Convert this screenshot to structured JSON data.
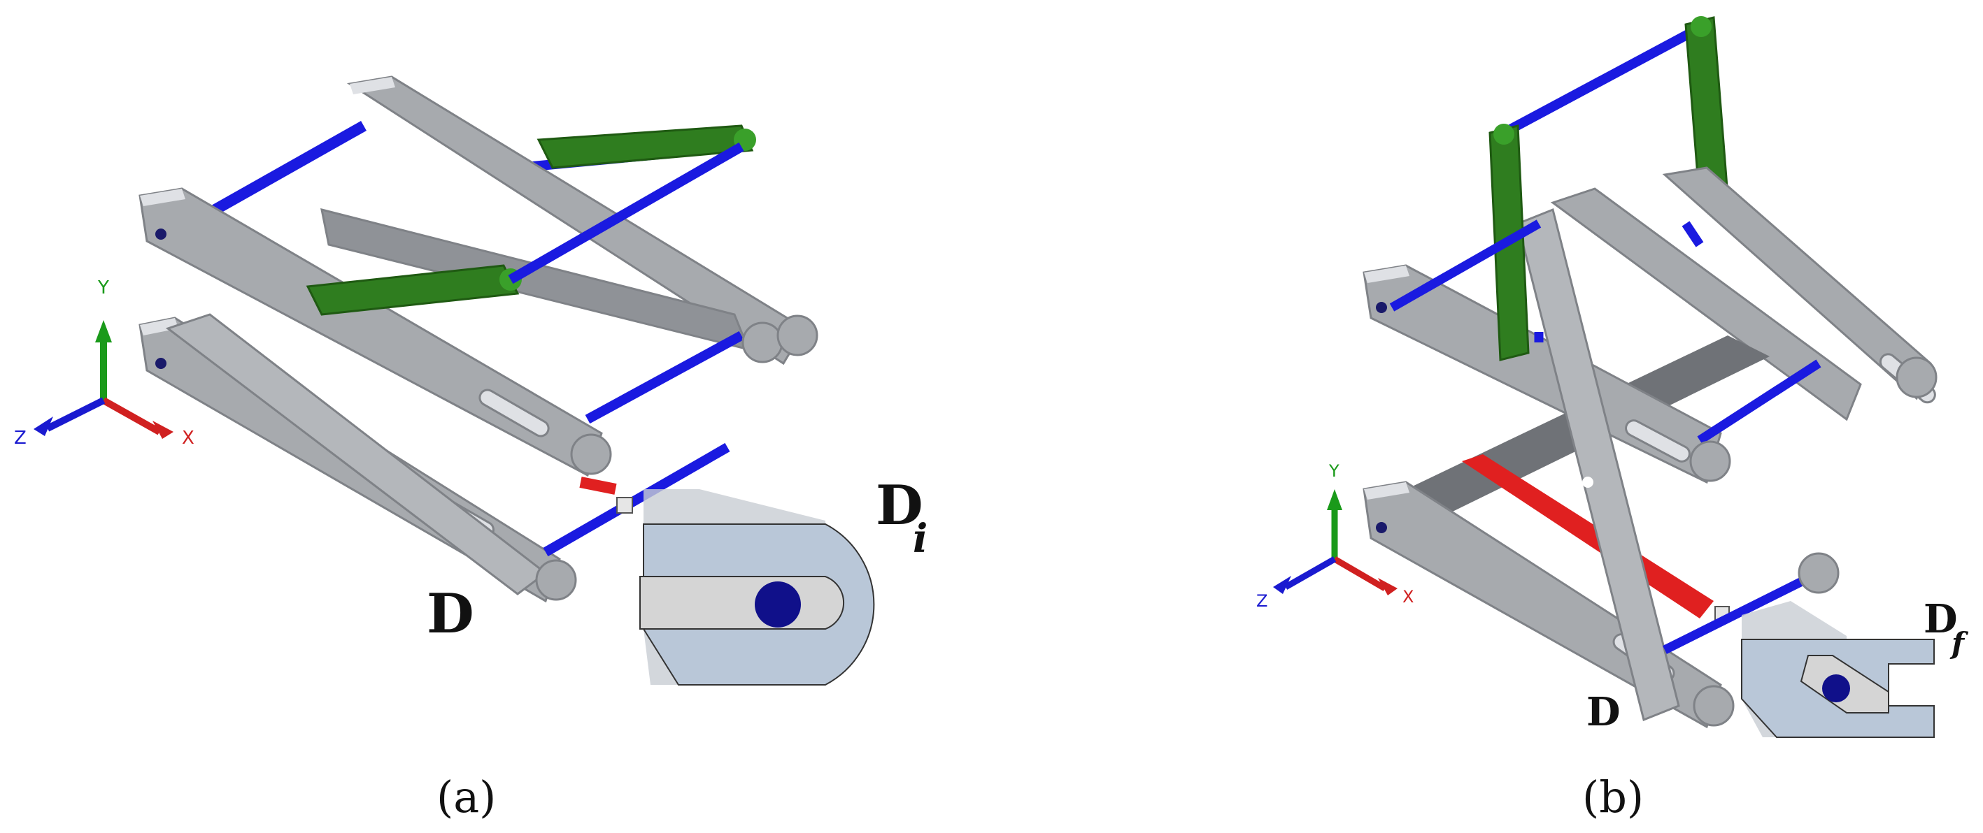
{
  "panels": [
    {
      "caption": "(a)",
      "point_label": "D",
      "detail_label": "D",
      "detail_subscript": "i"
    },
    {
      "caption": "(b)",
      "point_label": "D",
      "detail_label": "D",
      "detail_subscript": "f"
    }
  ],
  "axes": {
    "x": "X",
    "y": "Y",
    "z": "Z"
  },
  "colors": {
    "link": "#a7aaae",
    "link_top": "#dfe1e5",
    "link_dark": "#7f8287",
    "shaft": "#1a1ae0",
    "crank": "#2f7d1f",
    "actuator": "#e02020",
    "detail_fill": "#b9c7d8",
    "detail_slot": "#d5d5d5",
    "pin": "#10108a",
    "axis_x": "#d02020",
    "axis_y": "#1a9a1a",
    "axis_z": "#1a1ad0"
  }
}
